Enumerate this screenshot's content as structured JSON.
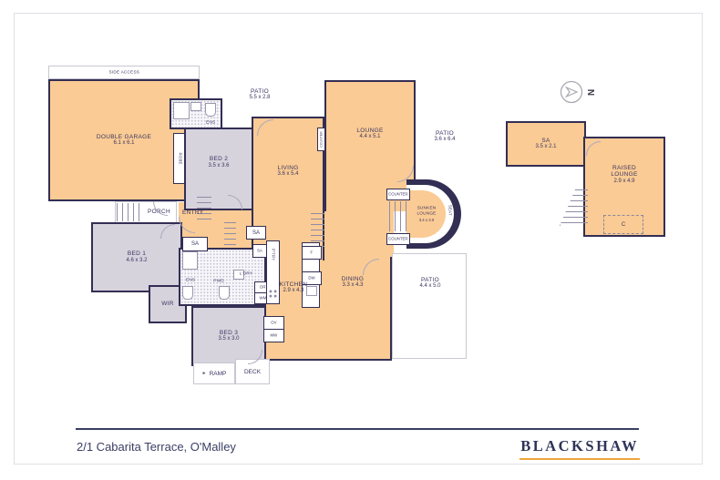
{
  "page": {
    "address": "2/1 Cabarita Terrace, O'Malley",
    "brand": "BLACKSHAW",
    "compass_n": "N"
  },
  "rooms": {
    "side_access": {
      "name": "SIDE ACCESS"
    },
    "double_garage": {
      "name": "DOUBLE GARAGE",
      "dims": "6.1 x 6.1"
    },
    "bed2": {
      "name": "BED 2",
      "dims": "3.5 x 3.6"
    },
    "patio_top": {
      "name": "PATIO",
      "dims": "5.5 x 2.8"
    },
    "living": {
      "name": "LIVING",
      "dims": "3.6 x 5.4"
    },
    "lounge": {
      "name": "LOUNGE",
      "dims": "4.4 x 5.1"
    },
    "patio_right": {
      "name": "PATIO",
      "dims": "3.6 x 6.4"
    },
    "sunken_lounge": {
      "name": "SUNKEN LOUNGE",
      "dims": "3.4 x 3.0"
    },
    "porch": {
      "name": "PORCH"
    },
    "entry": {
      "name": "ENTRY"
    },
    "bed1": {
      "name": "BED 1",
      "dims": "4.6 x 3.2"
    },
    "wir": {
      "name": "WIR"
    },
    "bed3": {
      "name": "BED 3",
      "dims": "3.5 x 3.0"
    },
    "kitchen": {
      "name": "KITCHEN",
      "dims": "2.9 x 4.3"
    },
    "dining": {
      "name": "DINING",
      "dims": "3.3 x 4.3"
    },
    "patio_bottom": {
      "name": "PATIO",
      "dims": "4.4 x 5.0"
    },
    "ramp": {
      "name": "RAMP"
    },
    "deck": {
      "name": "DECK"
    },
    "sa_annex": {
      "name": "SA",
      "dims": "3.5 x 2.1"
    },
    "raised_lounge": {
      "name": "RAISED LOUNGE",
      "dims": "2.9 x 4.9"
    }
  },
  "fixtures": {
    "ens": "ENS",
    "robe": "ROBE",
    "pwd": "PWD",
    "ldry": "L'DRY",
    "sa": "SA",
    "ptry": "P'TRY",
    "dr": "DR",
    "wm": "WM",
    "f": "F",
    "dw": "DW",
    "ov": "OV",
    "mw": "MW",
    "counter": "COUNTER",
    "seat": "SEAT",
    "cupboard": "C"
  },
  "icons": {
    "ramp_arrow": "►"
  },
  "colors": {
    "floor": "#FACB94",
    "carpet": "#D7D3DD",
    "wall": "#332E54",
    "text": "#3A3560",
    "brand_navy": "#2E3459",
    "brand_gold": "#F0A43C"
  }
}
